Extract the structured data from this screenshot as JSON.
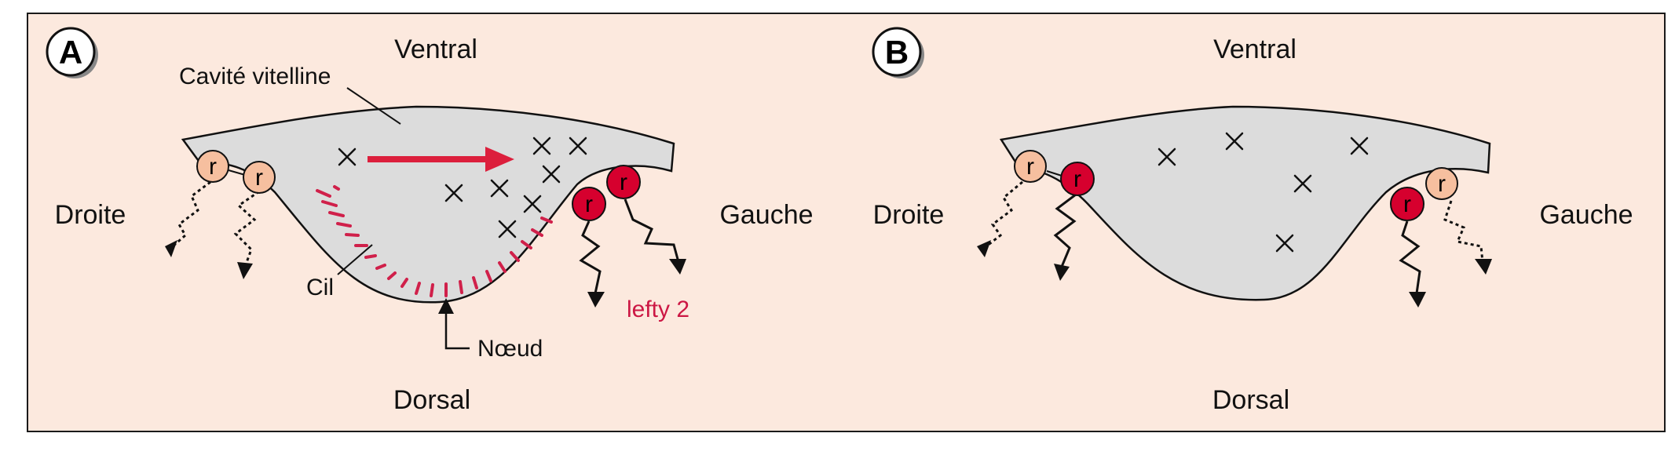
{
  "colors": {
    "background": "#fce9de",
    "frame": "#1a1a1a",
    "cavity": "#dcdcdc",
    "light_receptor": "#f6bf9f",
    "dark_receptor": "#d6002e",
    "flow_arrow": "#dc1f3c",
    "cilia": "#d0204a",
    "lefty_text": "#cc1744"
  },
  "panels": [
    {
      "letter": "A",
      "ventral": "Ventral",
      "dorsal": "Dorsal",
      "right": "Droite",
      "left": "Gauche",
      "cavity_label": "Cavité vitelline",
      "cilium_label": "Cil",
      "node_label": "Nœud",
      "lefty_label": "lefty 2",
      "receptor_letter": "r"
    },
    {
      "letter": "B",
      "ventral": "Ventral",
      "dorsal": "Dorsal",
      "right": "Droite",
      "left": "Gauche",
      "receptor_letter": "r"
    }
  ]
}
